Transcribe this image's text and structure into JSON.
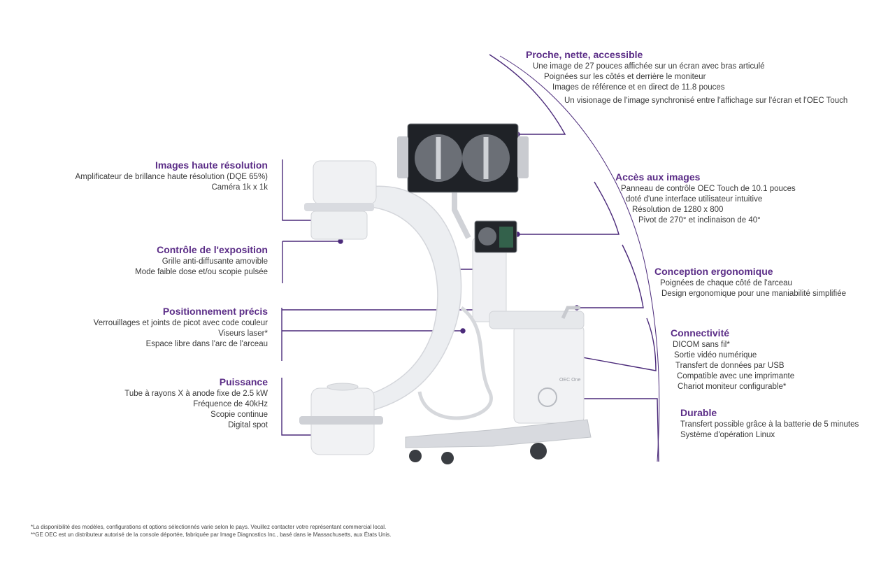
{
  "features": {
    "proche": {
      "title": "Proche, nette, accessible",
      "lines": [
        "Une image de 27 pouces affichée sur un écran avec bras articulé",
        "Poignées sur les côtés et derrière le moniteur",
        "Images de référence et en direct de 11.8 pouces",
        "Un visionage de l'image synchronisé entre l'affichage sur l'écran et l'OEC Touch"
      ]
    },
    "acces": {
      "title": "Accès aux images",
      "lines": [
        "Panneau de contrôle OEC Touch de 10.1 pouces",
        "doté d'une interface utilisateur intuitive",
        "Résolution de 1280 x 800",
        "Pivot de 270° et inclinaison de 40°"
      ]
    },
    "conception": {
      "title": "Conception ergonomique",
      "lines": [
        "Poignées de chaque côté de l'arceau",
        "Design ergonomique pour une maniabilité simplifiée"
      ]
    },
    "connectivite": {
      "title": "Connectivité",
      "lines": [
        "DICOM sans fil*",
        "Sortie vidéo numérique",
        "Transfert de données par USB",
        "Compatible avec une imprimante",
        "Chariot moniteur configurable*"
      ]
    },
    "durable": {
      "title": "Durable",
      "lines": [
        "Transfert possible grâce à la batterie de 5 minutes",
        "Système d'opération Linux"
      ]
    },
    "images": {
      "title": "Images haute résolution",
      "lines": [
        "Amplificateur de brillance haute résolution (DQE 65%)",
        "Caméra 1k x 1k"
      ]
    },
    "exposition": {
      "title": "Contrôle de l'exposition",
      "lines": [
        "Grille anti-diffusante amovible",
        "Mode faible dose et/ou scopie pulsée"
      ]
    },
    "positionnement": {
      "title": "Positionnement précis",
      "lines": [
        "Verrouillages et joints de picot avec code couleur",
        "Viseurs laser*",
        "Espace libre dans l'arc de l'arceau"
      ]
    },
    "puissance": {
      "title": "Puissance",
      "lines": [
        "Tube à rayons X à anode fixe de 2.5 kW",
        "Fréquence de 40kHz",
        "Scopie continue",
        "Digital spot"
      ]
    }
  },
  "device": {
    "brand_label": "OEC One"
  },
  "footnotes": [
    "*La disponibilité des modèles, configurations et options sélectionnés varie selon le pays. Veuillez contacter votre représentant commercial local.",
    "**GE OEC est un distributeur autorisé de la console déportée, fabriquée par Image Diagnostics Inc., basé dans le Massachusetts, aux États Unis."
  ],
  "colors": {
    "accent": "#5b2d87",
    "leader": "#4b2a7a",
    "device": "#e9eaec",
    "device_shadow": "#cfd1d6"
  }
}
